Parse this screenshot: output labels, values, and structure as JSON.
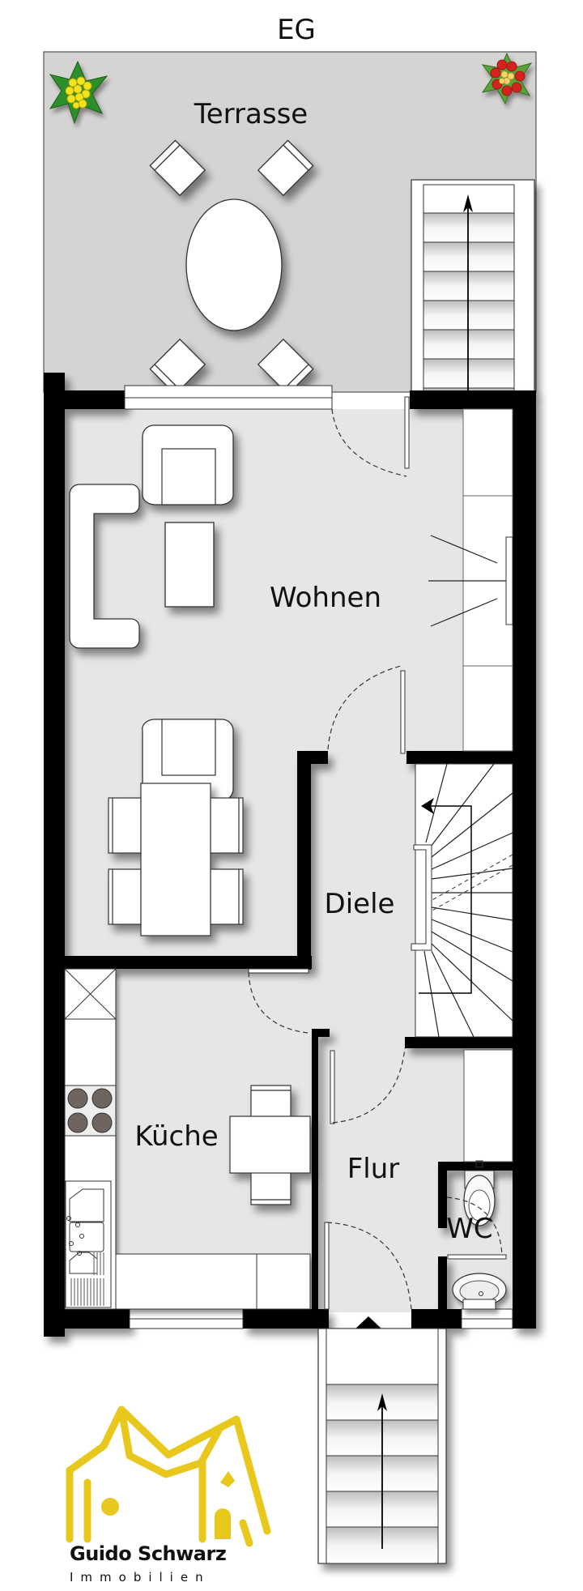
{
  "floor_plan": {
    "title": "EG",
    "rooms": [
      {
        "id": "terrasse",
        "label": "Terrasse"
      },
      {
        "id": "wohnen",
        "label": "Wohnen"
      },
      {
        "id": "diele",
        "label": "Diele"
      },
      {
        "id": "kueche",
        "label": "Küche"
      },
      {
        "id": "flur",
        "label": "Flur"
      },
      {
        "id": "wc",
        "label": "WC"
      }
    ],
    "icons": [
      "flower-pot-yellow-icon",
      "flower-pot-red-icon",
      "round-table-icon",
      "outdoor-stair-icon",
      "sofa-icon",
      "armchair-icon",
      "coffee-table-icon",
      "dining-table-icon",
      "staircase-winder-icon",
      "stove-icon",
      "sink-icon",
      "toilet-icon",
      "washbasin-icon",
      "entrance-arrow-icon",
      "entrance-stair-icon"
    ],
    "colors": {
      "terrace": "#d6d4d3",
      "interior": "#e6e6e6",
      "wall": "#000000",
      "furniture": "#ffffff",
      "logo_yellow": "#f2d52a"
    }
  },
  "logo": {
    "name": "Guido Schwarz",
    "subtitle": "Immobilien"
  }
}
